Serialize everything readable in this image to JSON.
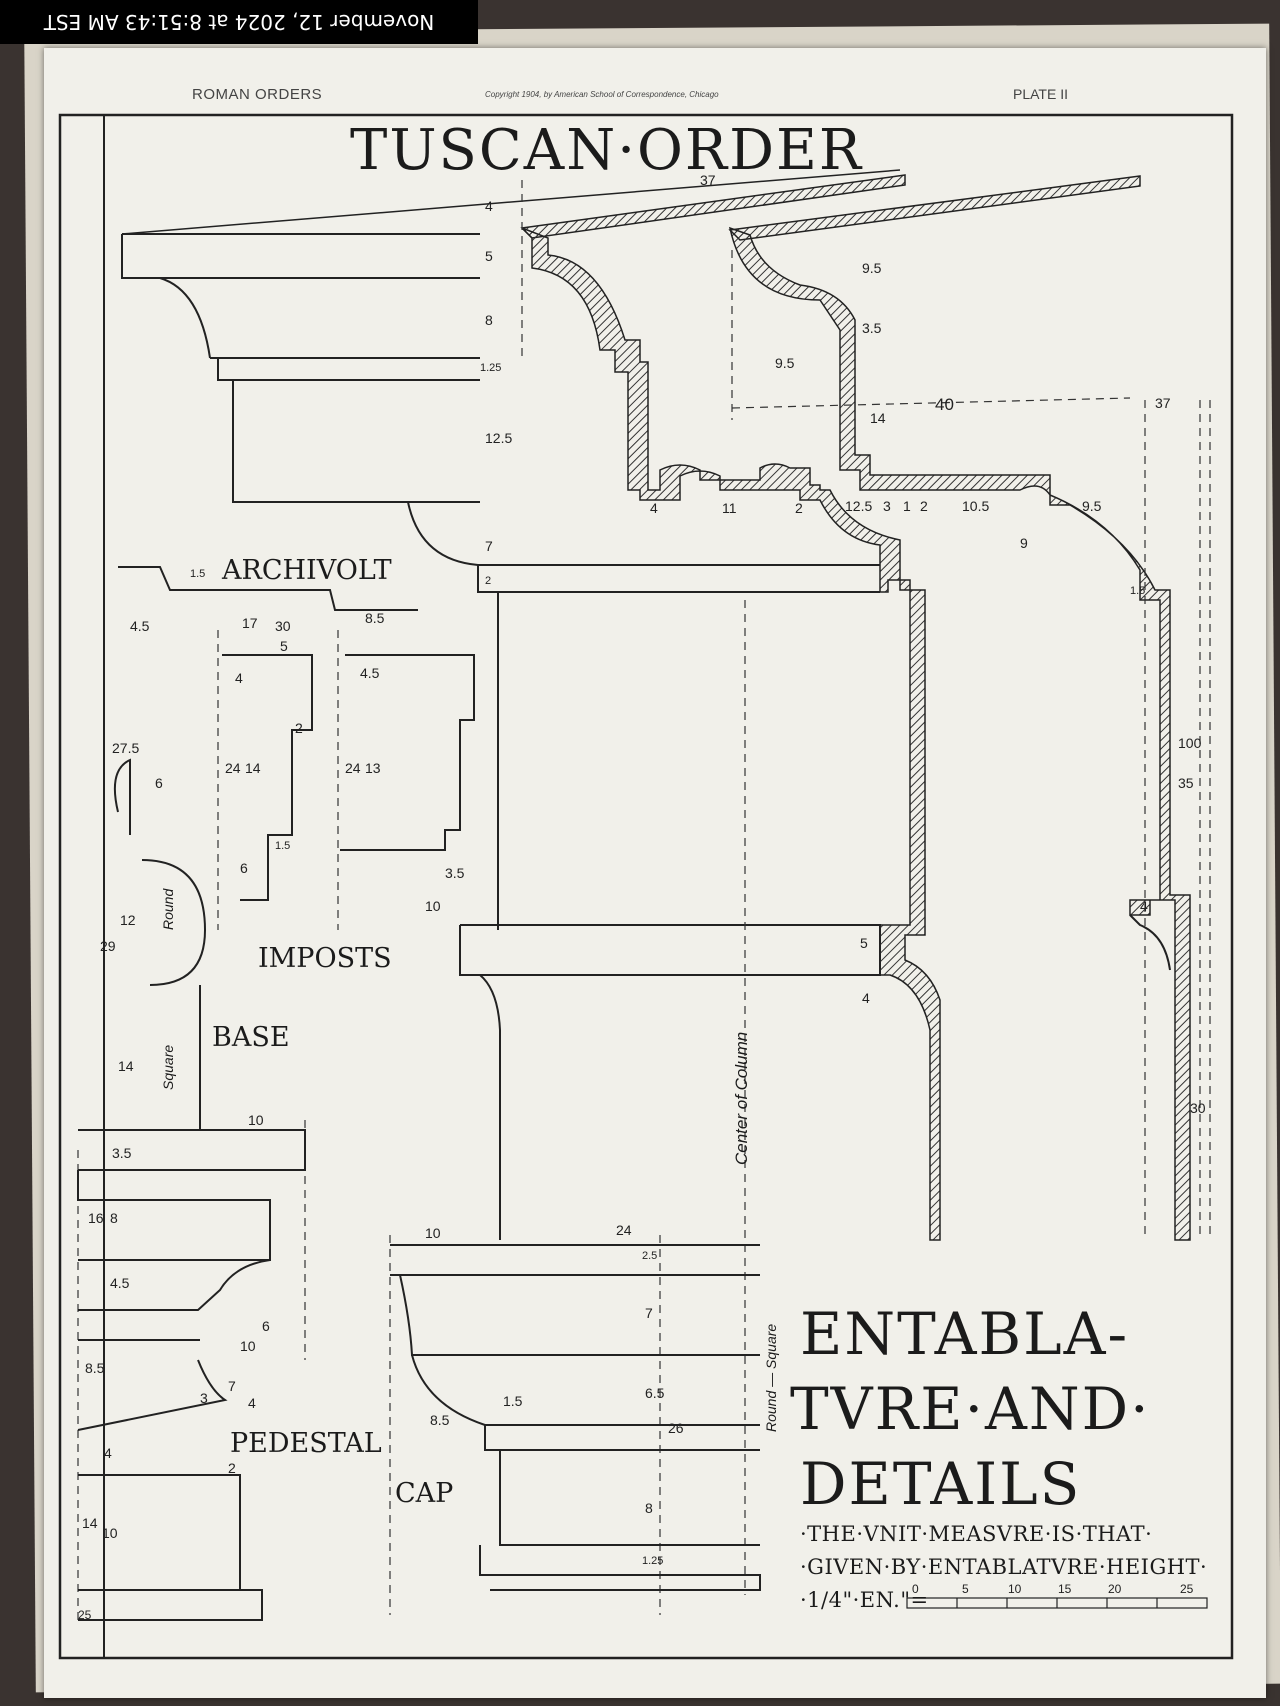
{
  "timestamp": "November 12, 2024 at 8:51:43 AM EST",
  "header": {
    "left": "ROMAN ORDERS",
    "center": "Copyright 1904, by American School of Correspondence, Chicago",
    "right": "PLATE II"
  },
  "title": "TUSCAN·ORDER",
  "sections": {
    "archivolt": "ARCHIVOLT",
    "imposts": "IMPOSTS",
    "base": "BASE",
    "pedestal": "PEDESTAL",
    "cap": "CAP"
  },
  "axis_labels": {
    "center_column": "Center of Column",
    "round_square": "Round — Square",
    "square": "Square",
    "round": "Round"
  },
  "main_label": {
    "line1": "ENTABLA-",
    "line2": "TVRE·AND·",
    "line3": "DETAILS"
  },
  "note": {
    "line1": "·THE·VNIT·MEASVRE·IS·THAT·",
    "line2": "·GIVEN·BY·ENTABLATVRE·HEIGHT·",
    "line3": "·1/4\"·EN.\"="
  },
  "scale_ticks": [
    "0",
    "5",
    "10",
    "15",
    "20",
    "25"
  ],
  "dimensions": [
    "37",
    "4",
    "5",
    "8",
    "1.25",
    "12.5",
    "7",
    "2",
    "9.5",
    "3.5",
    "9.5",
    "40",
    "14",
    "4",
    "11",
    "2",
    "12.5",
    "3",
    "1",
    "2",
    "10.5",
    "9.5",
    "9",
    "1.5",
    "37",
    "100",
    "35",
    "4",
    "5",
    "4",
    "30",
    "24",
    "10",
    "2.5",
    "7",
    "6.5",
    "26",
    "8",
    "1.25",
    "1.5",
    "8.5",
    "27.5",
    "6",
    "29",
    "12",
    "14",
    "10",
    "3.5",
    "16",
    "8",
    "4.5",
    "6",
    "10",
    "8.5",
    "4",
    "14",
    "10",
    "25",
    "17",
    "30",
    "8.5",
    "5",
    "24",
    "14",
    "24",
    "13",
    "4.5",
    "2",
    "3.5",
    "10",
    "1.5",
    "6",
    "4",
    "4.5",
    "1.5",
    "3",
    "7",
    "4",
    "2"
  ]
}
